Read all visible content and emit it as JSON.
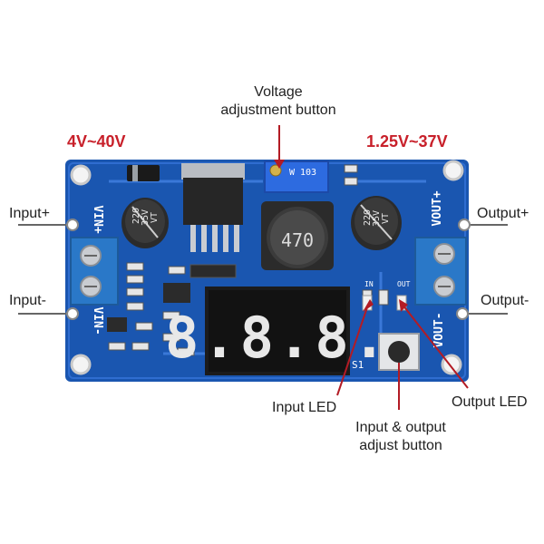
{
  "labels": {
    "voltage_button": [
      "Voltage",
      "adjustment button"
    ],
    "input_range": "4V~40V",
    "output_range": "1.25V~37V",
    "input_plus": "Input+",
    "input_minus": "Input-",
    "output_plus": "Output+",
    "output_minus": "Output-",
    "input_led": "Input LED",
    "output_led": "Output LED",
    "adjust_button": [
      "Input & output",
      "adjust button"
    ]
  },
  "board": {
    "vin_plus": "VIN+",
    "vin_minus": "VIN-",
    "vout_plus": "VOUT+",
    "vout_minus": "VOUT-",
    "pot_marking": "W 103",
    "inductor_marking": "470",
    "cap_left": [
      "220",
      "35V",
      "VT"
    ],
    "cap_right": [
      "220",
      "35V",
      "VT"
    ],
    "led_in": "IN",
    "led_out": "OUT",
    "switch_ref": "S1",
    "display_digits": "8.8.8."
  },
  "colors": {
    "pcb": "#1a56b0",
    "range_text": "#c8202a",
    "pointer": "#b31b24"
  }
}
